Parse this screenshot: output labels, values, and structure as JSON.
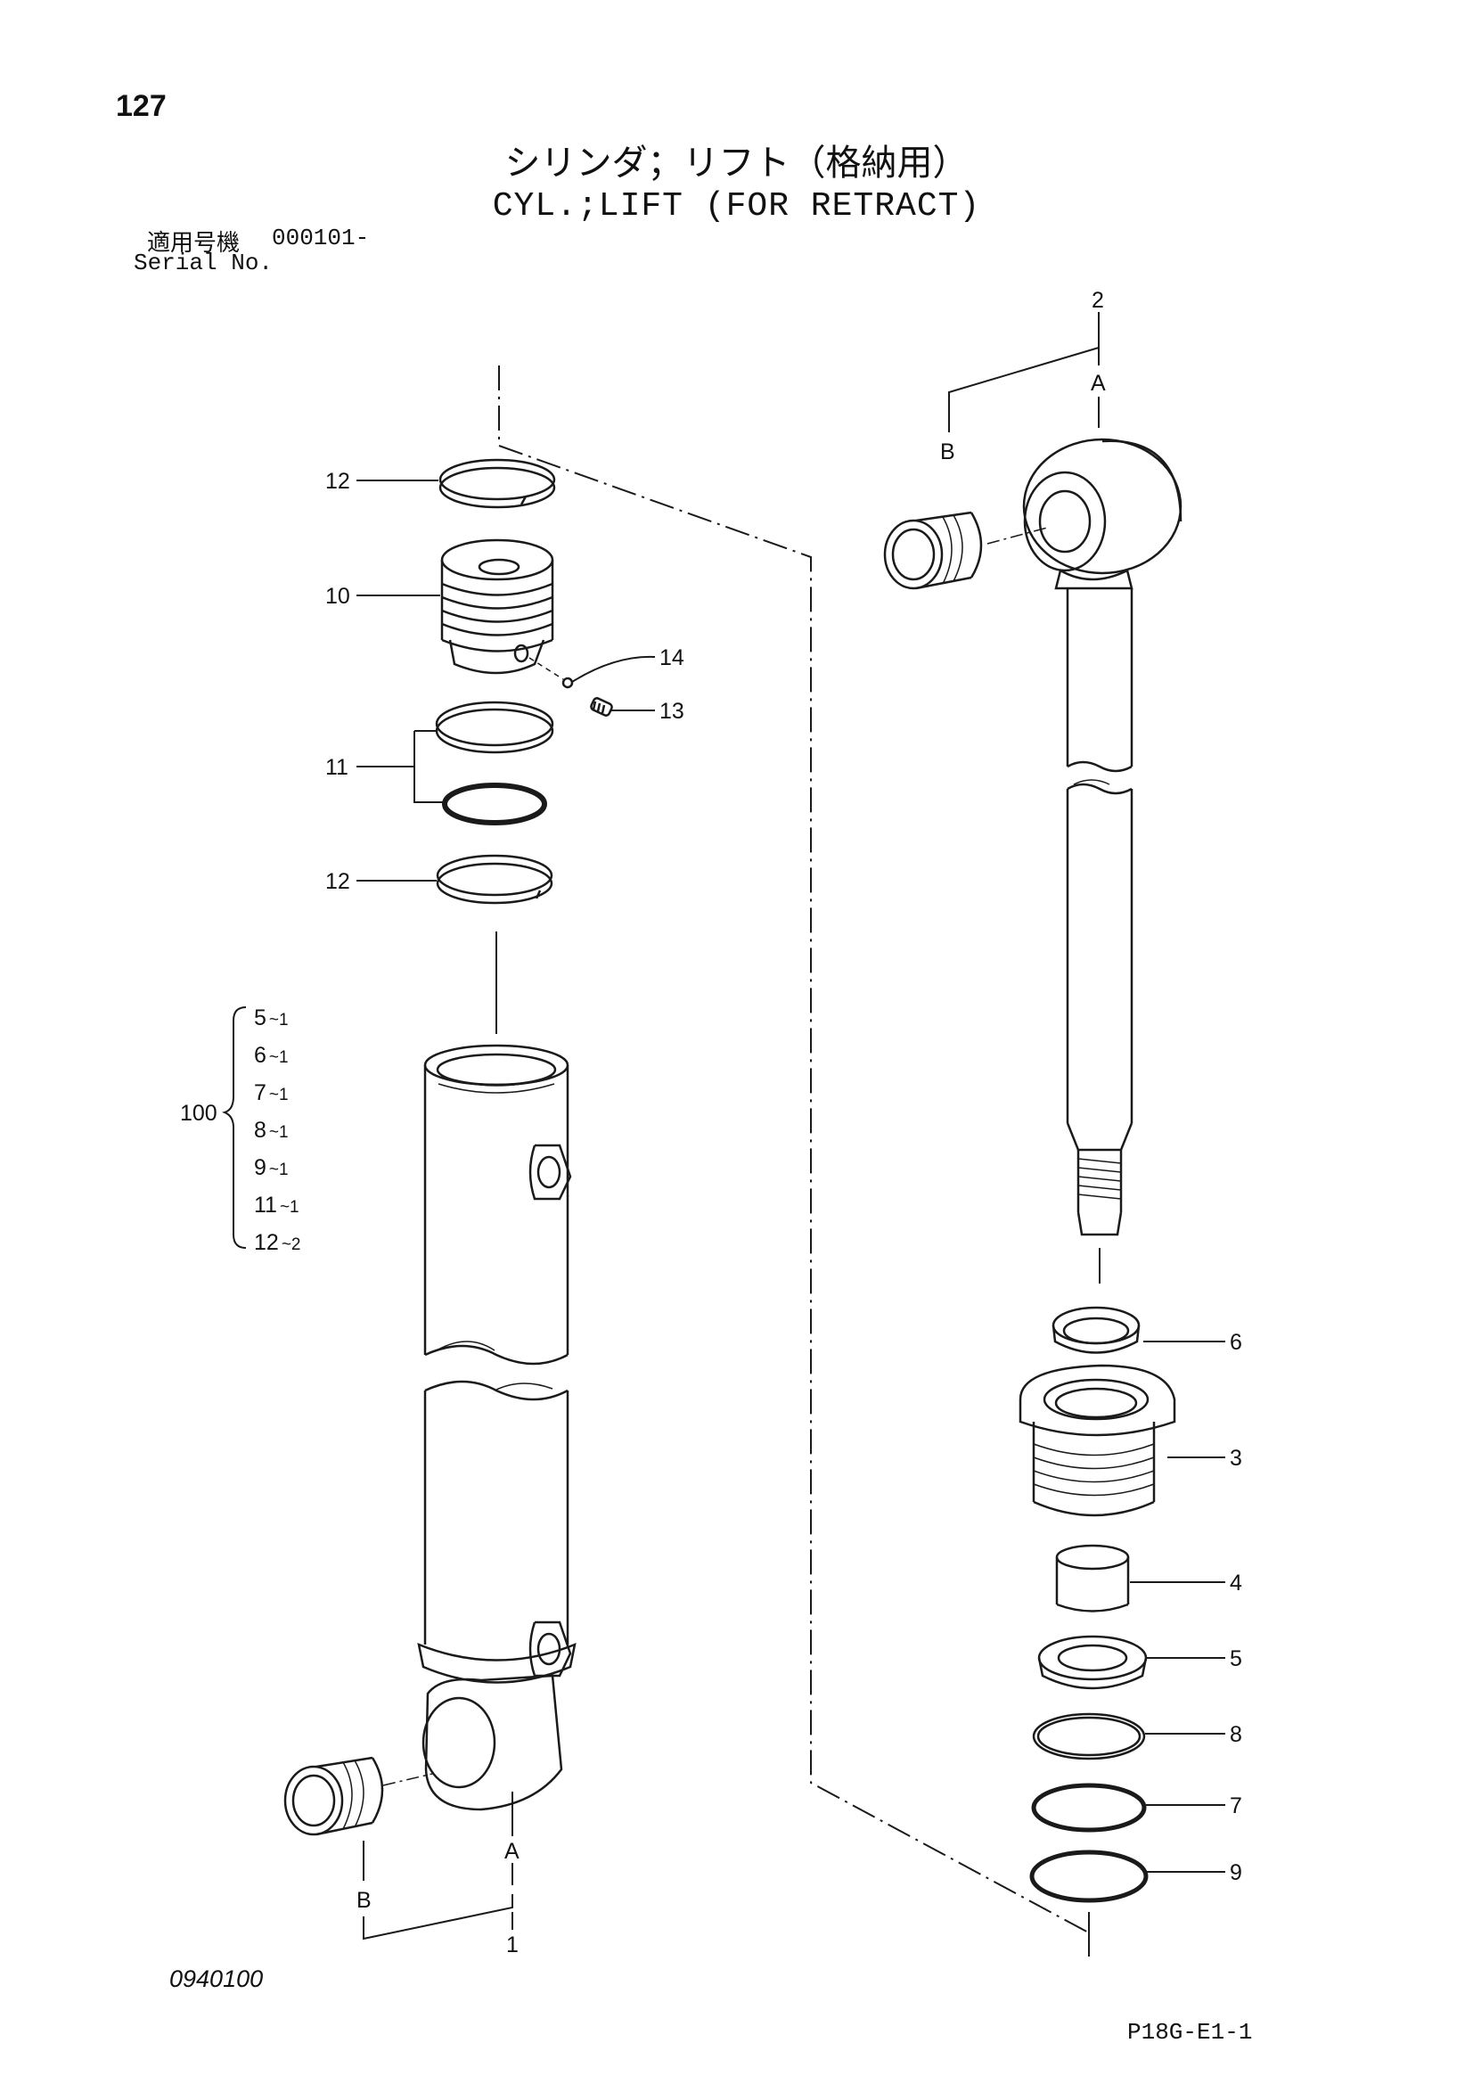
{
  "header": {
    "page_number": "127",
    "title_jp": "シリンダ；リフト（格納用）",
    "title_en": "CYL.;LIFT (FOR RETRACT)",
    "serial_label_jp": "適用号機",
    "serial_value": "000101-",
    "serial_label_en": "Serial No."
  },
  "callouts": {
    "p12_top": "12",
    "p10": "10",
    "p14": "14",
    "p13": "13",
    "p11": "11",
    "p12_lower": "12",
    "p2": "2",
    "p2_a": "A",
    "p2_b": "B",
    "p6": "6",
    "p3": "3",
    "p4": "4",
    "p5": "5",
    "p8": "8",
    "p7": "7",
    "p9": "9",
    "p1_a": "A",
    "p1_b": "B",
    "p1": "1"
  },
  "kit": {
    "label": "100",
    "items": [
      {
        "part": "5",
        "qty": "1"
      },
      {
        "part": "6",
        "qty": "1"
      },
      {
        "part": "7",
        "qty": "1"
      },
      {
        "part": "8",
        "qty": "1"
      },
      {
        "part": "9",
        "qty": "1"
      },
      {
        "part": "11",
        "qty": "1"
      },
      {
        "part": "12",
        "qty": "2"
      }
    ],
    "separator": "~"
  },
  "footer": {
    "drawing_code": "0940100",
    "figure_code": "P18G-E1-1"
  }
}
